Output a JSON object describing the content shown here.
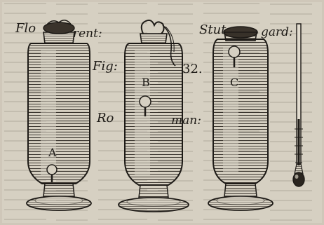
{
  "labels": {
    "florent_1": "Flo",
    "florent_2": "rent:",
    "fig": "Fig:",
    "fig_number": "32.",
    "stutgard_1": "Stut",
    "stutgard_2": "gard:",
    "roman_1": "Ro",
    "roman_2": "man:",
    "letter_a": "A",
    "letter_b": "B",
    "letter_c": "C"
  },
  "colors": {
    "paper": "#d6d0c2",
    "ink": "#1e1b17",
    "bleed_text": "#a69f90"
  }
}
